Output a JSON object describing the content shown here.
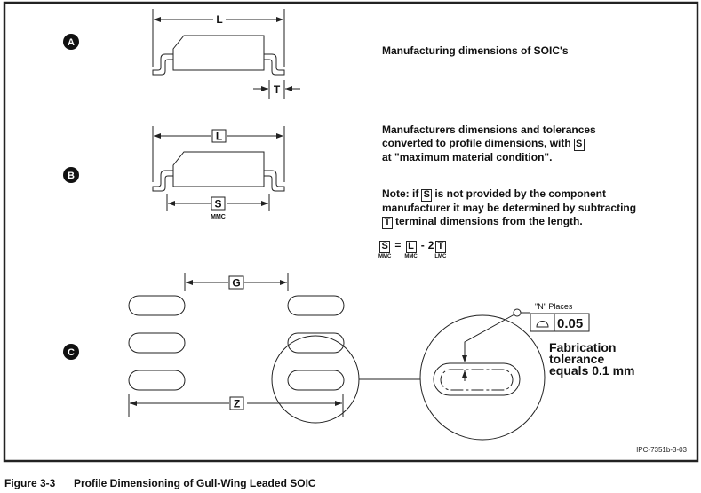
{
  "sections": {
    "a": {
      "badge": "A",
      "dim_length": "L",
      "dim_terminal": "T",
      "description": "Manufacturing dimensions of SOIC's"
    },
    "b": {
      "badge": "B",
      "dim_length": "L",
      "dim_span": "S",
      "dim_span_sub": "MMC",
      "description_lines": [
        "Manufacturers  dimensions and tolerances",
        "converted to profile dimensions, with",
        "at \"maximum material condition\"."
      ],
      "description_symbol": "S",
      "note_lines": [
        "Note: if",
        "is not provided by the component",
        "manufacturer it may be determined by subtracting",
        "terminal dimensions from the length."
      ],
      "note_symbols": [
        "S",
        "T"
      ],
      "formula": {
        "s": "S",
        "s_sub": "MMC",
        "equals": "=",
        "l": "L",
        "l_sub": "MMC",
        "minus": "-",
        "coef": "2",
        "t": "T",
        "t_sub": "LMC"
      }
    },
    "c": {
      "badge": "C",
      "dim_gap": "G",
      "dim_overall": "Z",
      "places_label": "\"N\" Places",
      "profile_symbol": "profile-of-surface-icon",
      "tolerance_value": "0.05",
      "fabrication_lines": [
        "Fabrication",
        "tolerance",
        "equals 0.1 mm"
      ]
    }
  },
  "figure_id": "IPC-7351b-3-03",
  "caption": {
    "number": "Figure 3-3",
    "title": "Profile Dimensioning of Gull-Wing Leaded SOIC"
  }
}
